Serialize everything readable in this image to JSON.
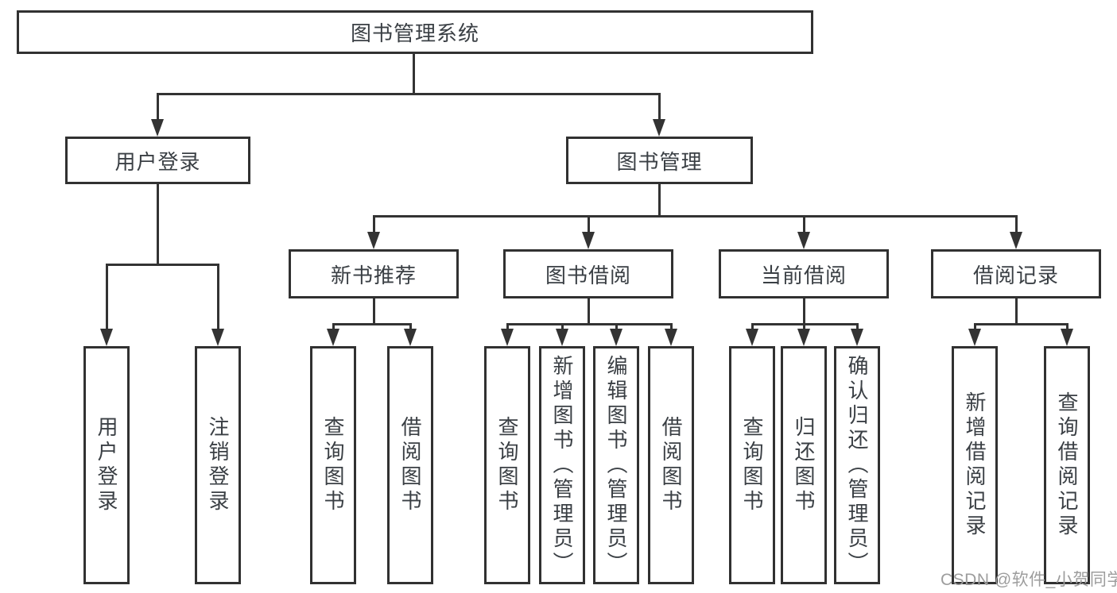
{
  "title": "图书管理系统",
  "tree": {
    "root": {
      "label": "图书管理系统"
    },
    "branches": [
      {
        "label": "用户登录",
        "children": [
          {
            "label": "用户登录"
          },
          {
            "label": "注销登录"
          }
        ]
      },
      {
        "label": "图书管理",
        "children": [
          {
            "label": "新书推荐",
            "children": [
              {
                "label": "查询图书"
              },
              {
                "label": "借阅图书"
              }
            ]
          },
          {
            "label": "图书借阅",
            "children": [
              {
                "label": "查询图书"
              },
              {
                "label": "新增图书（管理员）"
              },
              {
                "label": "编辑图书（管理员）"
              },
              {
                "label": "借阅图书"
              }
            ]
          },
          {
            "label": "当前借阅",
            "children": [
              {
                "label": "查询图书"
              },
              {
                "label": "归还图书"
              },
              {
                "label": "确认归还（管理员）"
              }
            ]
          },
          {
            "label": "借阅记录",
            "children": [
              {
                "label": "新增借阅记录"
              },
              {
                "label": "查询借阅记录"
              }
            ]
          }
        ]
      }
    ]
  },
  "watermark": "CSDN @软件_小贺同学",
  "colors": {
    "line": "#333333",
    "border": "#313131",
    "text": "#3a3f44",
    "watermark": "#9d9d9d",
    "background": "#ffffff"
  }
}
